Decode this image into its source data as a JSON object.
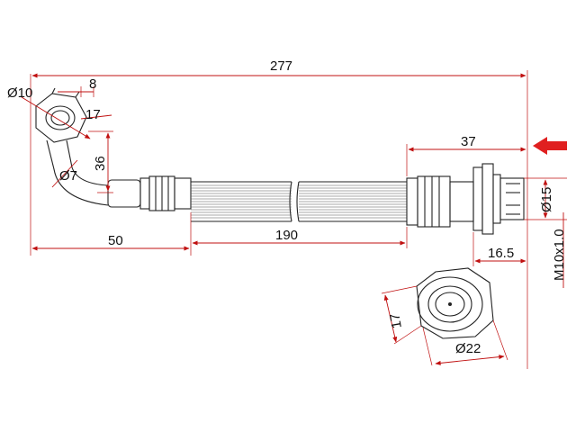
{
  "dimensions": {
    "total_length": "277",
    "bolt_hole_dia": "Ø10",
    "eye_thickness": "8",
    "hex_size": "17",
    "bend_height": "36",
    "tube_dia": "Ø7",
    "bend_length": "50",
    "hose_length": "190",
    "end_fitting_length": "37",
    "fitting_dia": "Ø15",
    "fitting_length": "16.5",
    "thread": "M10x1.0",
    "end_view_flat": "17",
    "end_view_dia": "Ø22"
  },
  "colors": {
    "dimension_lines": "#c01010",
    "arrow": "#e02020",
    "outline": "#222222"
  },
  "icons": {
    "direction_arrow": "left-arrow-icon"
  }
}
